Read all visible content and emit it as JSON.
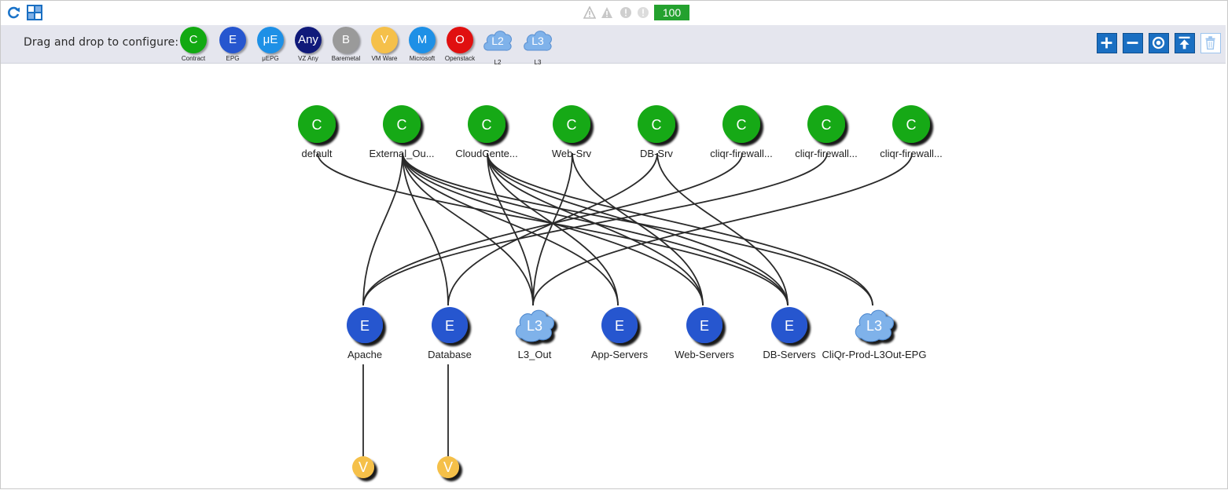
{
  "toolbar": {
    "health_score": "100",
    "refresh_icon": "refresh-icon",
    "layout_icon": "layout-icon"
  },
  "palette": {
    "label": "Drag and drop to configure:",
    "items": [
      {
        "letter": "C",
        "caption": "Contract",
        "color": "#12a912"
      },
      {
        "letter": "E",
        "caption": "EPG",
        "color": "#2656cf"
      },
      {
        "letter": "μE",
        "caption": "μEPG",
        "color": "#1e90e6"
      },
      {
        "letter": "Any",
        "caption": "VZ Any",
        "color": "#101a7a"
      },
      {
        "letter": "B",
        "caption": "Baremetal",
        "color": "#9a9a9a"
      },
      {
        "letter": "V",
        "caption": "VM Ware",
        "color": "#f5c04a"
      },
      {
        "letter": "M",
        "caption": "Microsoft",
        "color": "#1e90e6"
      },
      {
        "letter": "O",
        "caption": "Openstack",
        "color": "#e01010"
      },
      {
        "letter": "L2",
        "caption": "L2",
        "color": "#7fb2ea"
      },
      {
        "letter": "L3",
        "caption": "L3",
        "color": "#7fb2ea"
      }
    ]
  },
  "tools": [
    "zoom-in",
    "zoom-out",
    "fit",
    "upload",
    "delete"
  ],
  "colors": {
    "contract": "#12a912",
    "epg": "#2656cf",
    "vmware": "#f5c04a",
    "cloud": "#7fb2ea",
    "link": "#2a2a2a"
  },
  "topology": {
    "contracts": [
      {
        "letter": "C",
        "label": "default"
      },
      {
        "letter": "C",
        "label": "External_Ou..."
      },
      {
        "letter": "C",
        "label": "CloudCente..."
      },
      {
        "letter": "C",
        "label": "Web-Srv"
      },
      {
        "letter": "C",
        "label": "DB-Srv"
      },
      {
        "letter": "C",
        "label": "cliqr-firewall..."
      },
      {
        "letter": "C",
        "label": "cliqr-firewall..."
      },
      {
        "letter": "C",
        "label": "cliqr-firewall..."
      }
    ],
    "epgs": [
      {
        "letter": "E",
        "label": "Apache"
      },
      {
        "letter": "E",
        "label": "Database"
      },
      {
        "letter": "L3",
        "label": "L3_Out"
      },
      {
        "letter": "E",
        "label": "App-Servers"
      },
      {
        "letter": "E",
        "label": "Web-Servers"
      },
      {
        "letter": "E",
        "label": "DB-Servers"
      },
      {
        "letter": "L3",
        "label": "CliQr-Prod-L3Out-EPG"
      }
    ],
    "domains": [
      {
        "letter": "V",
        "label": ""
      },
      {
        "letter": "V",
        "label": ""
      }
    ]
  }
}
